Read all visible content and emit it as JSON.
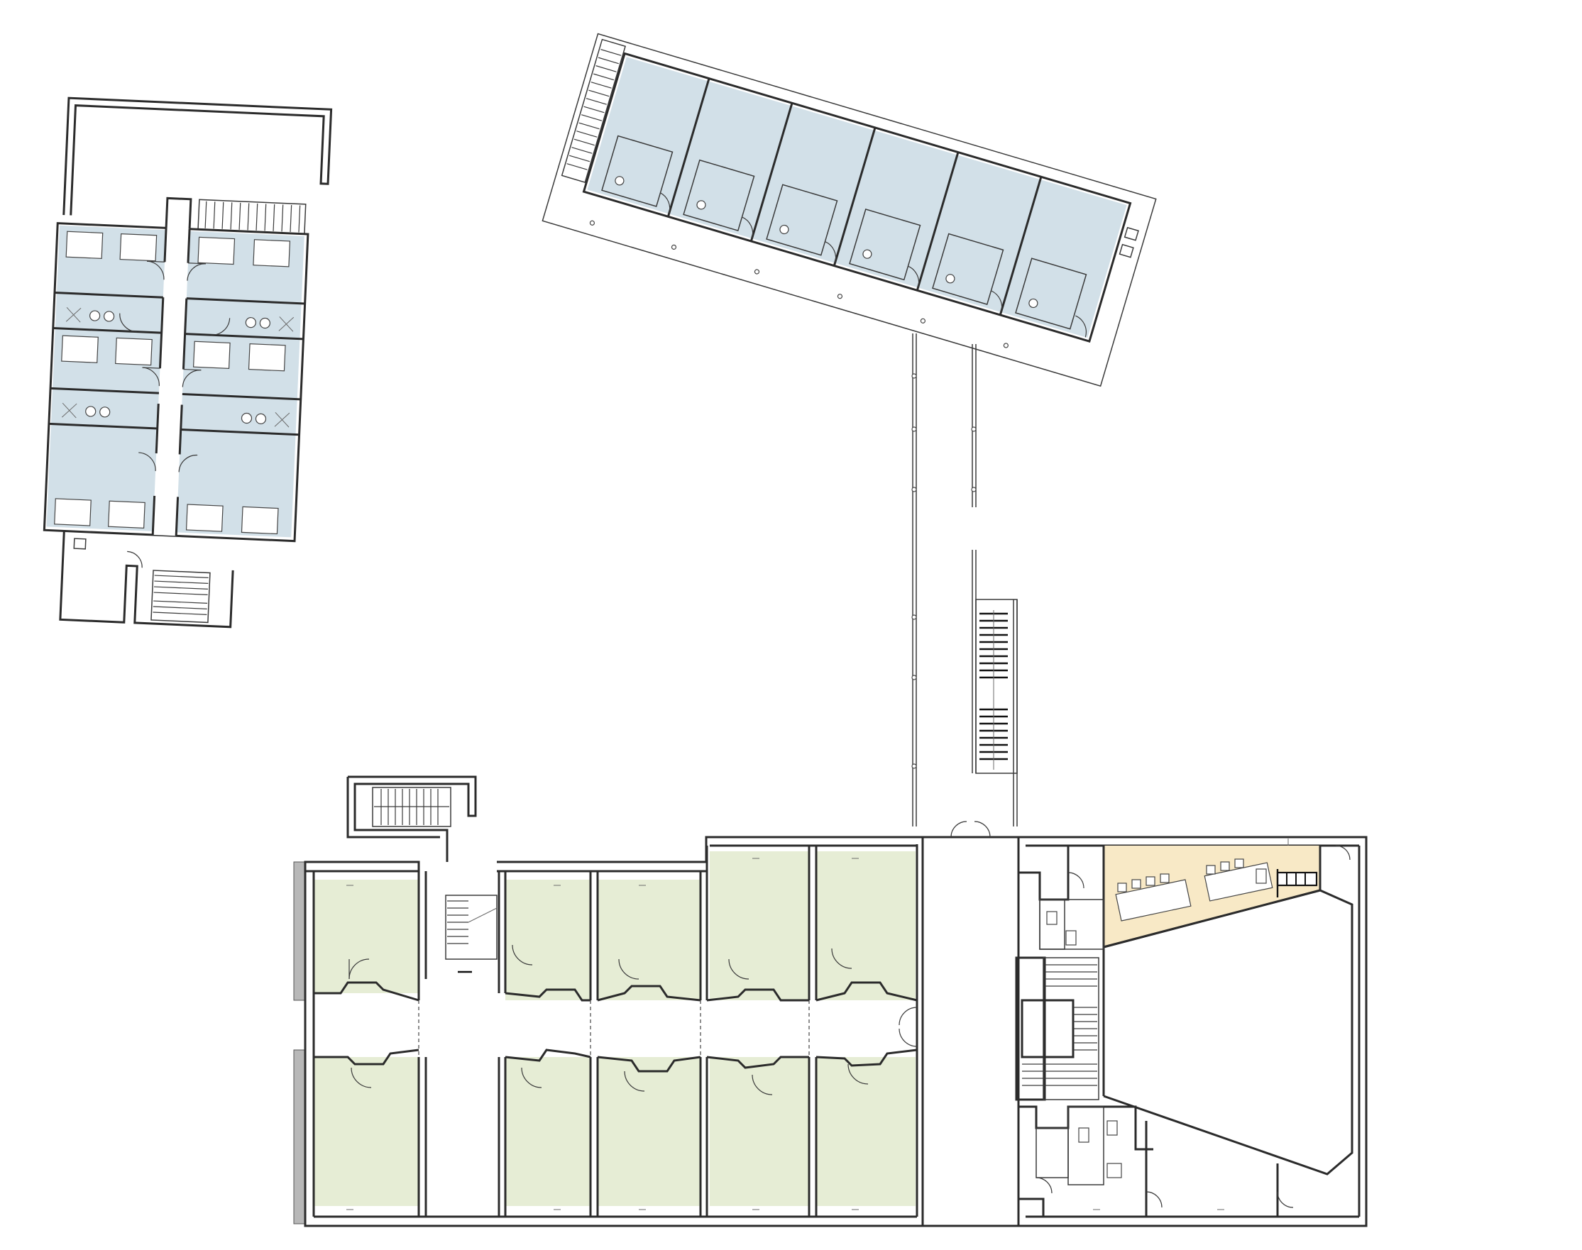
{
  "drawing": {
    "zone_colors": {
      "bedroom_wing_fill": "#d2e0e8",
      "classroom_fill": "#e6edd5",
      "office_fill": "#f8e9c6",
      "wall_color": "#2b2b2b",
      "gray_cladding": "#b8b8b8"
    },
    "blocks": [
      {
        "name": "west-bedroom-wing",
        "fill": "bedroom_wing_fill",
        "units": 10
      },
      {
        "name": "angled-bedroom-wing",
        "fill": "bedroom_wing_fill",
        "units": 6
      },
      {
        "name": "classroom-block",
        "fill": "classroom_fill",
        "units": 10
      },
      {
        "name": "office-area",
        "fill": "office_fill",
        "units": 1
      }
    ]
  }
}
